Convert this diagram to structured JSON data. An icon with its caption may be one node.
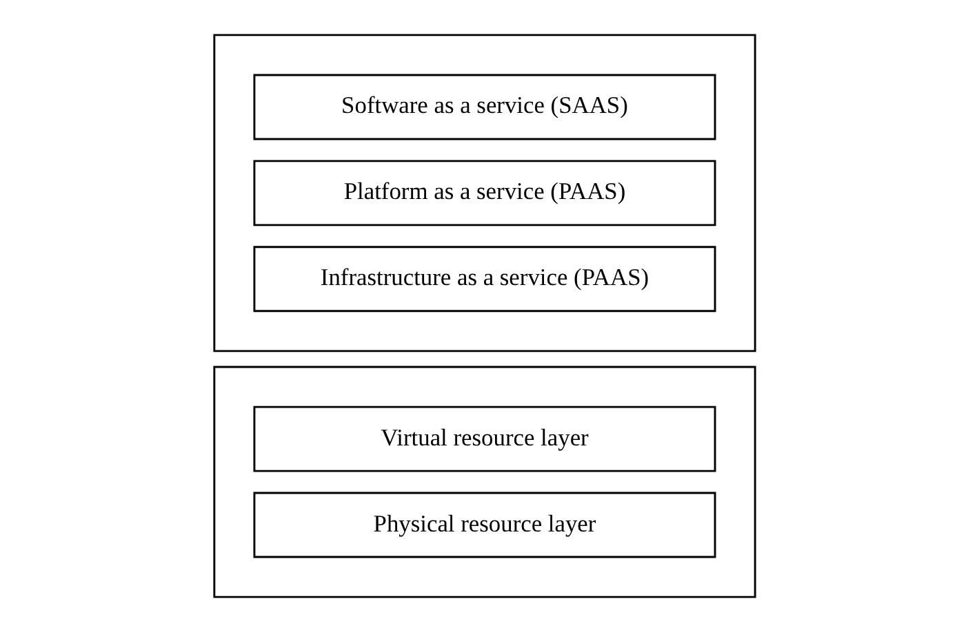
{
  "diagram": {
    "nodes": [
      {
        "text": [],
        "shape": "box"
      },
      {
        "text": [
          "Software as a service (SAAS)"
        ],
        "in": 0
      },
      {
        "text": [
          "Platform as a service (PAAS)"
        ],
        "in": 0
      },
      {
        "text": [
          "Infrastructure as a service (PAAS)"
        ],
        "in": 0
      },
      {
        "text": [],
        "shape": "box"
      },
      {
        "text": [
          "Virtual resource layer"
        ],
        "in": 4
      },
      {
        "text": [
          "Physical resource layer"
        ],
        "in": 4
      }
    ]
  }
}
